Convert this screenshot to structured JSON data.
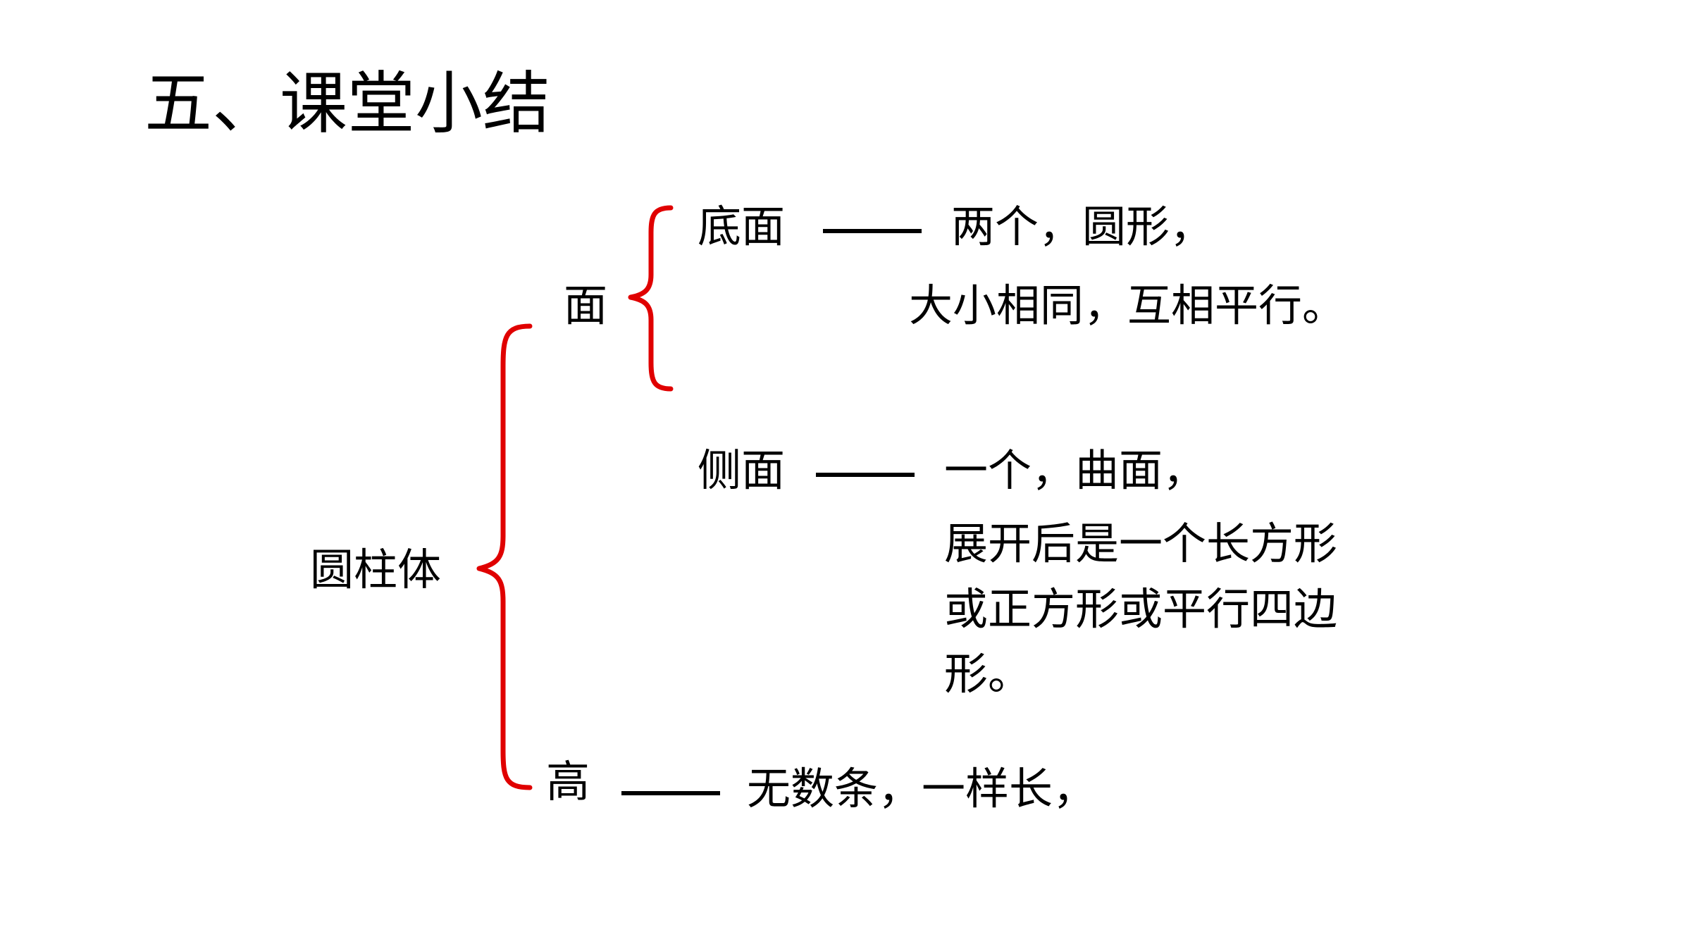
{
  "title": "五、课堂小结",
  "root": {
    "label": "圆柱体"
  },
  "face": {
    "label": "面",
    "base": {
      "label": "底面",
      "lines": [
        "两个，圆形，",
        "大小相同，互相平行。"
      ]
    },
    "side": {
      "label": "侧面",
      "lines": [
        "一个，曲面，",
        "展开后是一个长方形",
        "或正方形或平行四边",
        "形。"
      ]
    }
  },
  "height": {
    "label": "高",
    "lines": [
      "无数条，一样长，"
    ]
  },
  "colors": {
    "brace": "#e00000",
    "text": "#000000",
    "background": "#ffffff"
  }
}
